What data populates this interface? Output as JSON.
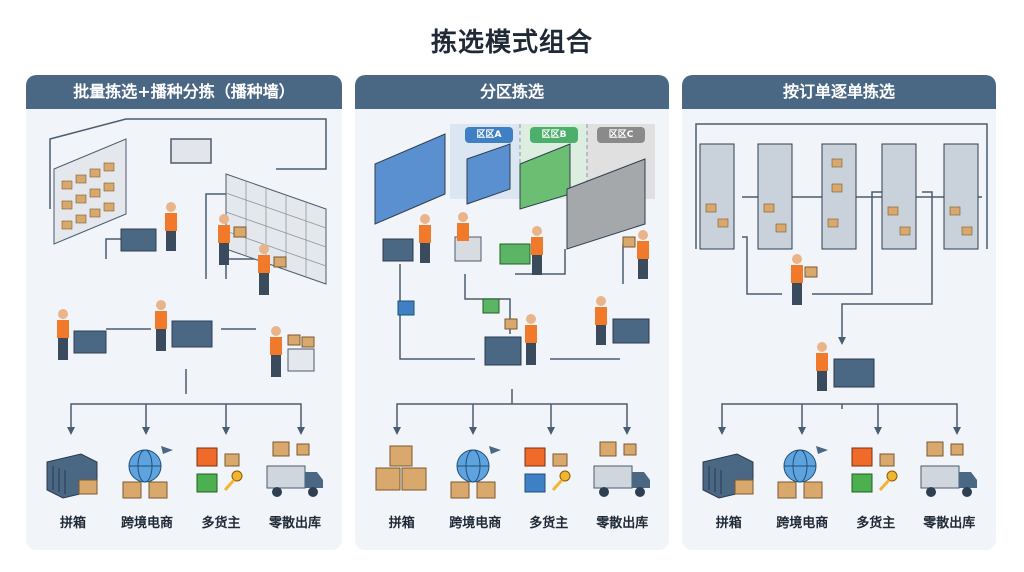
{
  "title": "拣选模式组合",
  "colors": {
    "header_bg": "#4a6784",
    "panel_bg": "#f1f4f8",
    "zone_a": "#3f7fc4",
    "zone_b": "#4caf6a",
    "zone_c": "#8a8a8a",
    "vest": "#f07a2a",
    "box": "#d9a86c",
    "line": "#4b5d70"
  },
  "panels": [
    {
      "title": "批量拣选+播种分拣（播种墙）",
      "scene": [
        "storage-shelves",
        "picker-with-cart",
        "put-wall",
        "sorter-worker",
        "sorter-worker",
        "picker-with-cart",
        "consolidation-cart",
        "packing-station-worker"
      ],
      "outcomes": [
        {
          "label": "拼箱",
          "icon": "container-icon"
        },
        {
          "label": "跨境电商",
          "icon": "globe-plane-icon"
        },
        {
          "label": "多货主",
          "icon": "multi-owner-boxes-icon"
        },
        {
          "label": "零散出库",
          "icon": "truck-boxes-icon"
        }
      ]
    },
    {
      "title": "分区拣选",
      "zones": [
        {
          "label": "区区A",
          "color": "#3f7fc4"
        },
        {
          "label": "区区B",
          "color": "#4caf6a"
        },
        {
          "label": "区区C",
          "color": "#8a8a8a"
        }
      ],
      "outcomes": [
        {
          "label": "拼箱",
          "icon": "boxes-stack-icon"
        },
        {
          "label": "跨境电商",
          "icon": "globe-plane-icon"
        },
        {
          "label": "多货主",
          "icon": "multi-owner-boxes-icon"
        },
        {
          "label": "零散出库",
          "icon": "truck-boxes-icon"
        }
      ]
    },
    {
      "title": "按订单逐单拣选",
      "outcomes": [
        {
          "label": "拼箱",
          "icon": "container-icon"
        },
        {
          "label": "跨境电商",
          "icon": "globe-plane-icon"
        },
        {
          "label": "多货主",
          "icon": "multi-owner-boxes-icon"
        },
        {
          "label": "零散出库",
          "icon": "truck-boxes-icon"
        }
      ]
    }
  ]
}
